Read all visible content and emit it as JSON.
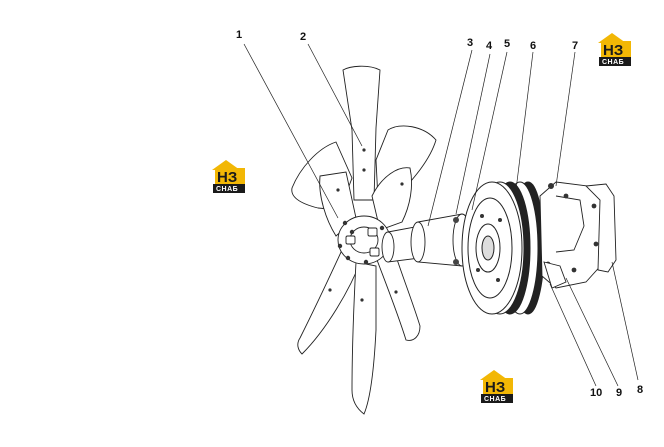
{
  "logo": {
    "mark": "НЗ",
    "text": "СНАБ",
    "color": "#f2b705",
    "dark": "#1a1a1a"
  },
  "callouts": [
    "1",
    "2",
    "3",
    "4",
    "5",
    "6",
    "7",
    "8",
    "9",
    "10"
  ]
}
